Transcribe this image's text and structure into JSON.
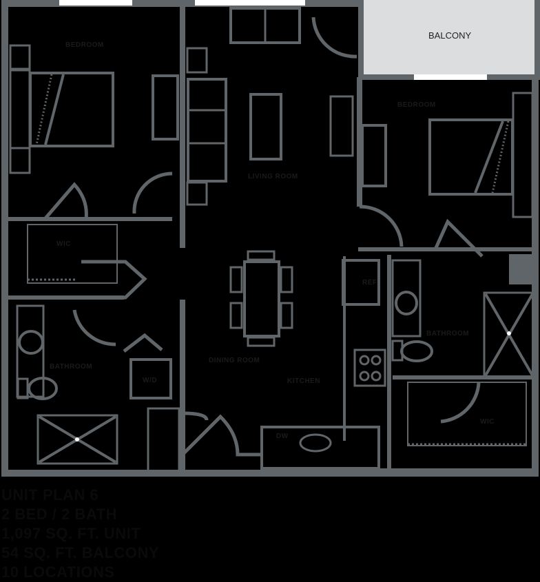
{
  "colors": {
    "background": "#000000",
    "wall": "#5f6568",
    "balcony_fill": "#dcdddf",
    "window": "#ffffff",
    "label_text": "#1a1a1a"
  },
  "rooms": {
    "bedroom_1": "BEDROOM",
    "bedroom_2": "BEDROOM",
    "living_room": "LIVING ROOM",
    "dining_room": "DINING ROOM",
    "kitchen": "KITCHEN",
    "bathroom_1": "BATHROOM",
    "bathroom_2": "BATHROOM",
    "wic_1": "WIC",
    "wic_2": "WIC",
    "washer_dryer": "W/D",
    "refrigerator": "REF",
    "dishwasher": "DW",
    "balcony": "BALCONY"
  },
  "unit_info": {
    "plan": "UNIT PLAN 6",
    "beds_baths": "2 BED / 2 BATH",
    "unit_area": "1,097 SQ. FT. UNIT",
    "balcony_area": "54 SQ. FT. BALCONY",
    "locations": "10 LOCATIONS"
  }
}
